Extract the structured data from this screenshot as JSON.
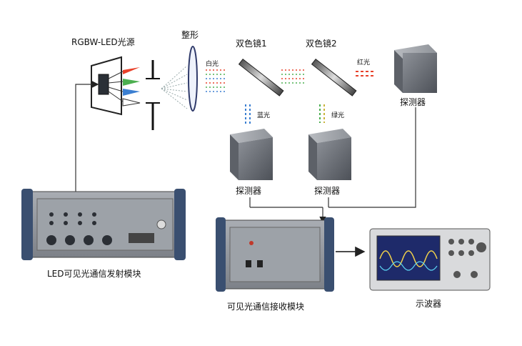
{
  "labels": {
    "source": "RGBW-LED光源",
    "shaper": "整形",
    "white_light": "白光",
    "dichroic1": "双色镜1",
    "dichroic2": "双色镜2",
    "red_light": "红光",
    "blue_light": "蓝光",
    "green_light": "绿光",
    "detector_right": "探测器",
    "detector_left": "探测器",
    "detector_mid": "探测器",
    "tx_module": "LED可见光通信发射模块",
    "rx_module": "可见光通信接收模块",
    "oscilloscope": "示波器"
  },
  "colors": {
    "red": "#e8412a",
    "green": "#4caf50",
    "blue": "#3b7fd1",
    "device_gray": "#8a8f96",
    "device_dark": "#3a3f45",
    "detector": "#6b6f76",
    "line": "#333333"
  }
}
